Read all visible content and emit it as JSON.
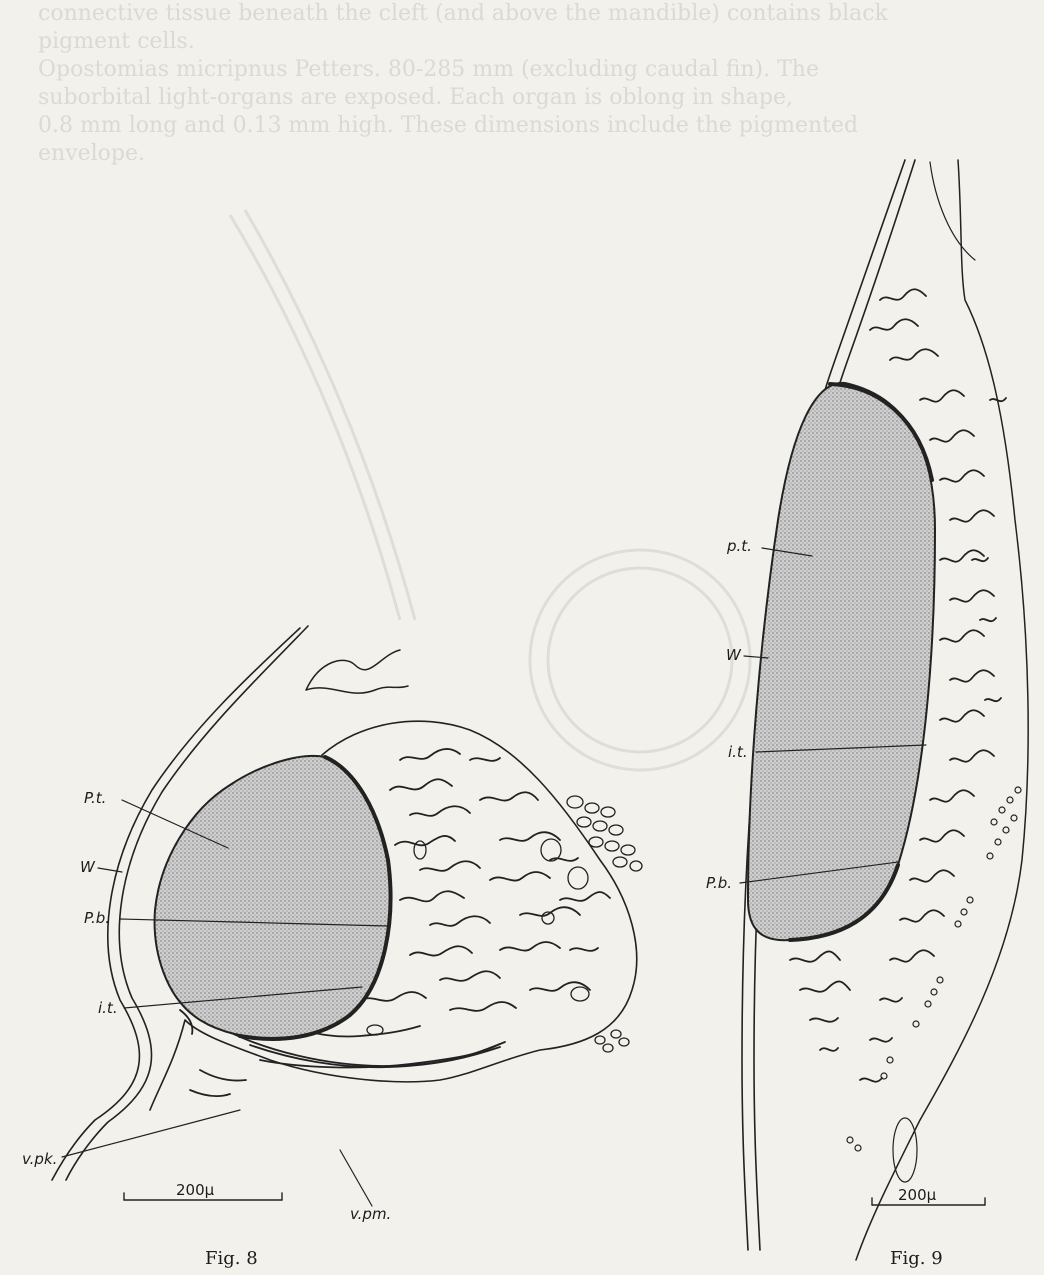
{
  "background_text": [
    "connective tissue beneath the cleft (and above the mandible) contains black",
    "pigment cells.",
    "Opostomias micripnus Petters. 80-285 mm (excluding caudal fin). The",
    "suborbital light-organs are exposed. Each organ is oblong in shape,",
    "0.8 mm long and 0.13 mm high. These dimensions include the pigmented",
    "envelope."
  ],
  "figures": [
    {
      "caption": "Fig. 8",
      "scale_label": "200μ",
      "labels": {
        "pt": "P.t.",
        "w": "W",
        "pb": "P.b.",
        "it": "i.t.",
        "vpk": "v.pk.",
        "vpm": "v.pm."
      }
    },
    {
      "caption": "Fig. 9",
      "scale_label": "200μ",
      "labels": {
        "pt": "p.t.",
        "w": "W",
        "it": "i.t.",
        "pb": "P.b."
      }
    }
  ]
}
